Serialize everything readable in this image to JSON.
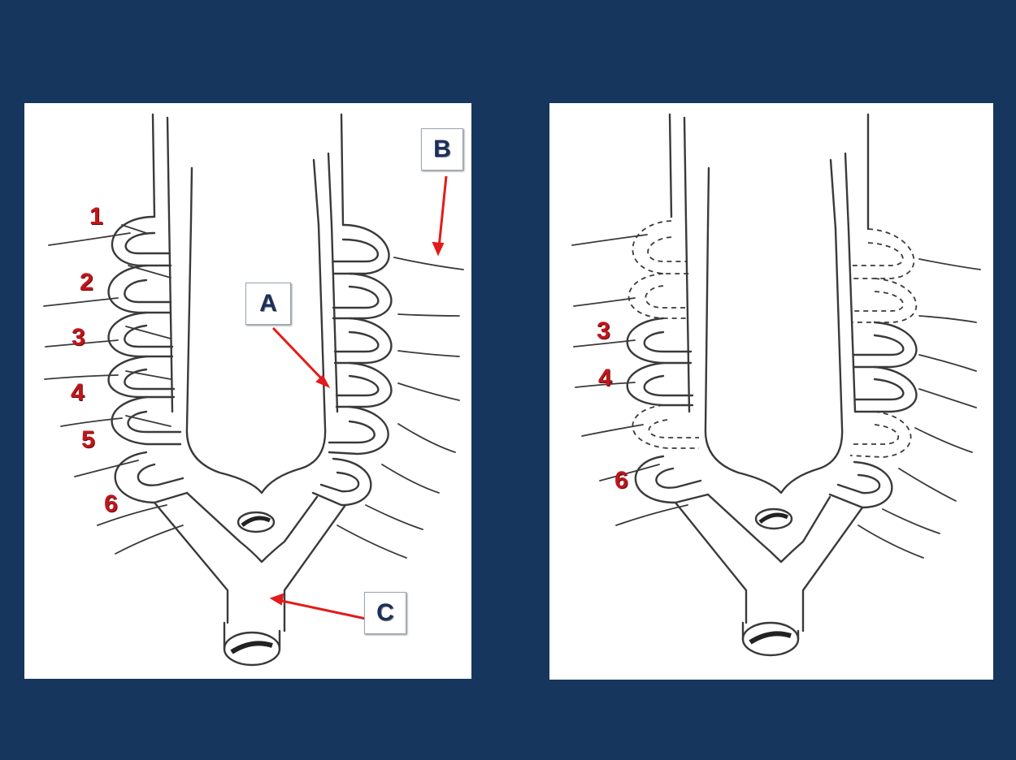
{
  "left_panel": {
    "arch_numbers": [
      "1",
      "2",
      "3",
      "4",
      "5",
      "6"
    ],
    "labels": {
      "a": "A",
      "b": "B",
      "c": "C"
    }
  },
  "right_panel": {
    "arch_numbers": [
      "3",
      "4",
      "6"
    ]
  },
  "colors": {
    "background": "#17365d",
    "label_red": "#c0161c",
    "label_navy": "#1b2f5a",
    "arrow_red": "#e31b1b"
  }
}
